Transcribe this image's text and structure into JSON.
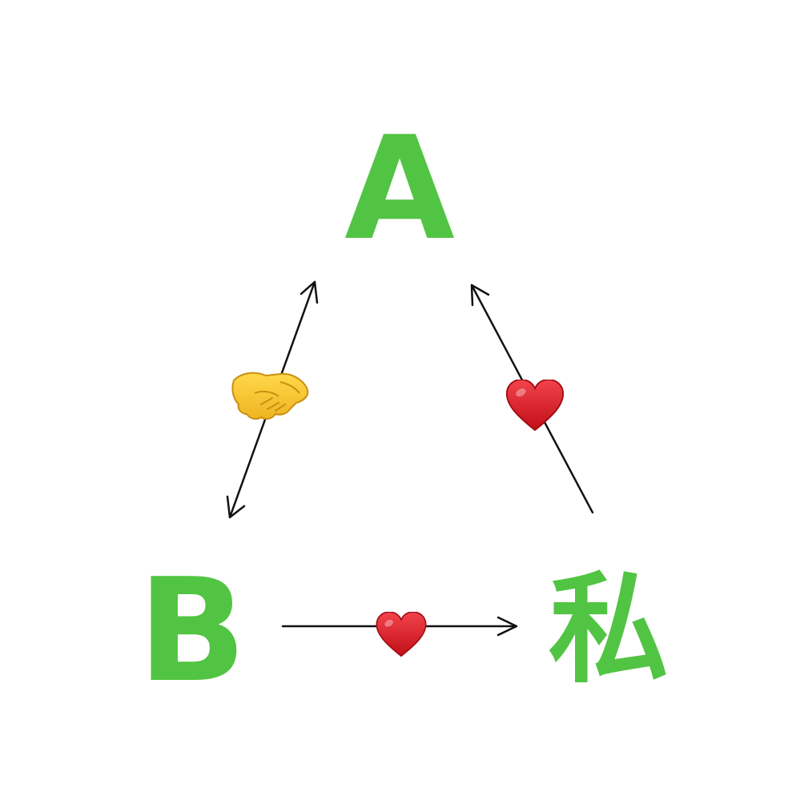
{
  "nodes": {
    "a": {
      "label": "A"
    },
    "b": {
      "label": "B"
    },
    "me": {
      "label": "私"
    }
  },
  "colors": {
    "node": "#52c443",
    "edge": "#111111",
    "heart": "#d8131c",
    "heart_dark": "#9e0b12",
    "handshake": "#f5c230",
    "handshake_dark": "#c98f12"
  },
  "edges": [
    {
      "from": "a",
      "to": "b",
      "direction": "both",
      "icon": "handshake-icon"
    },
    {
      "from": "me",
      "to": "a",
      "direction": "forward",
      "icon": "heart-icon"
    },
    {
      "from": "b",
      "to": "me",
      "direction": "forward",
      "icon": "heart-icon"
    }
  ]
}
